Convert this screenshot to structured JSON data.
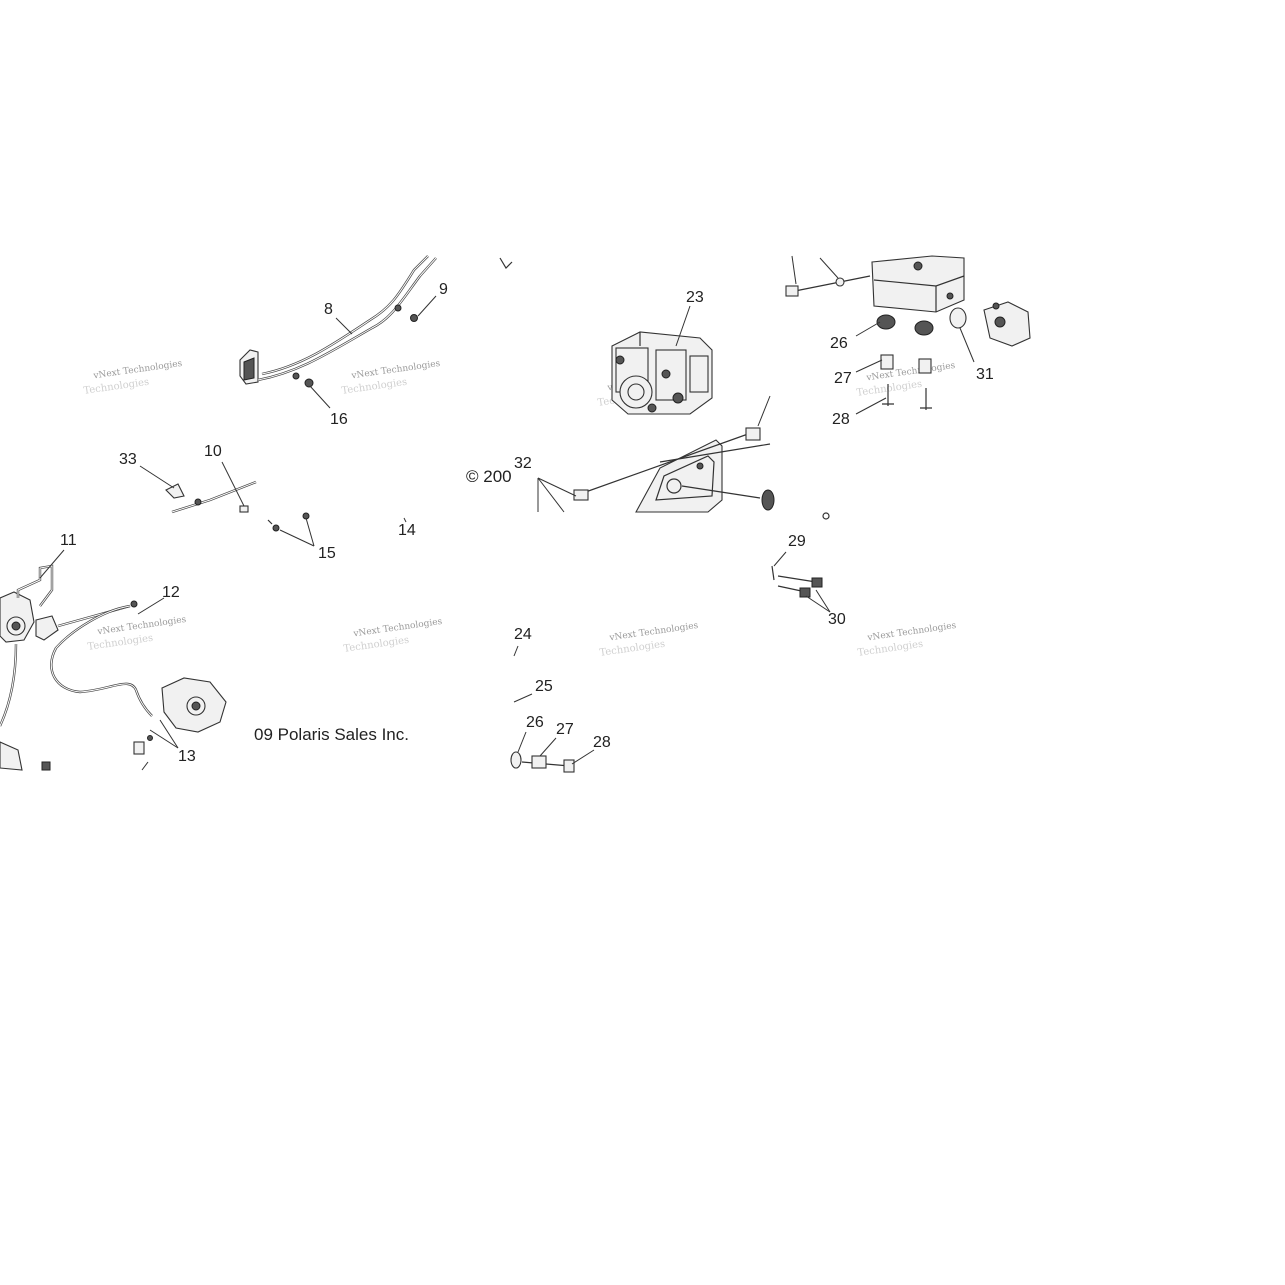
{
  "callouts": [
    {
      "id": "c8",
      "text": "8"
    },
    {
      "id": "c9",
      "text": "9"
    },
    {
      "id": "c16",
      "text": "16"
    },
    {
      "id": "c23",
      "text": "23"
    },
    {
      "id": "c26a",
      "text": "26"
    },
    {
      "id": "c27a",
      "text": "27"
    },
    {
      "id": "c28a",
      "text": "28"
    },
    {
      "id": "c31",
      "text": "31"
    },
    {
      "id": "c33",
      "text": "33"
    },
    {
      "id": "c10",
      "text": "10"
    },
    {
      "id": "c32",
      "text": "32"
    },
    {
      "id": "c14",
      "text": "14"
    },
    {
      "id": "c15",
      "text": "15"
    },
    {
      "id": "c11",
      "text": "11"
    },
    {
      "id": "c12",
      "text": "12"
    },
    {
      "id": "c13",
      "text": "13"
    },
    {
      "id": "c29",
      "text": "29"
    },
    {
      "id": "c30",
      "text": "30"
    },
    {
      "id": "c24",
      "text": "24"
    },
    {
      "id": "c25",
      "text": "25"
    },
    {
      "id": "c26b",
      "text": "26"
    },
    {
      "id": "c27b",
      "text": "27"
    },
    {
      "id": "c28b",
      "text": "28"
    }
  ],
  "copyright": {
    "left": "© 200",
    "right": "09 Polaris Sales Inc."
  },
  "watermark": {
    "line1": "vNext Technologies",
    "line2": "Technologies"
  }
}
